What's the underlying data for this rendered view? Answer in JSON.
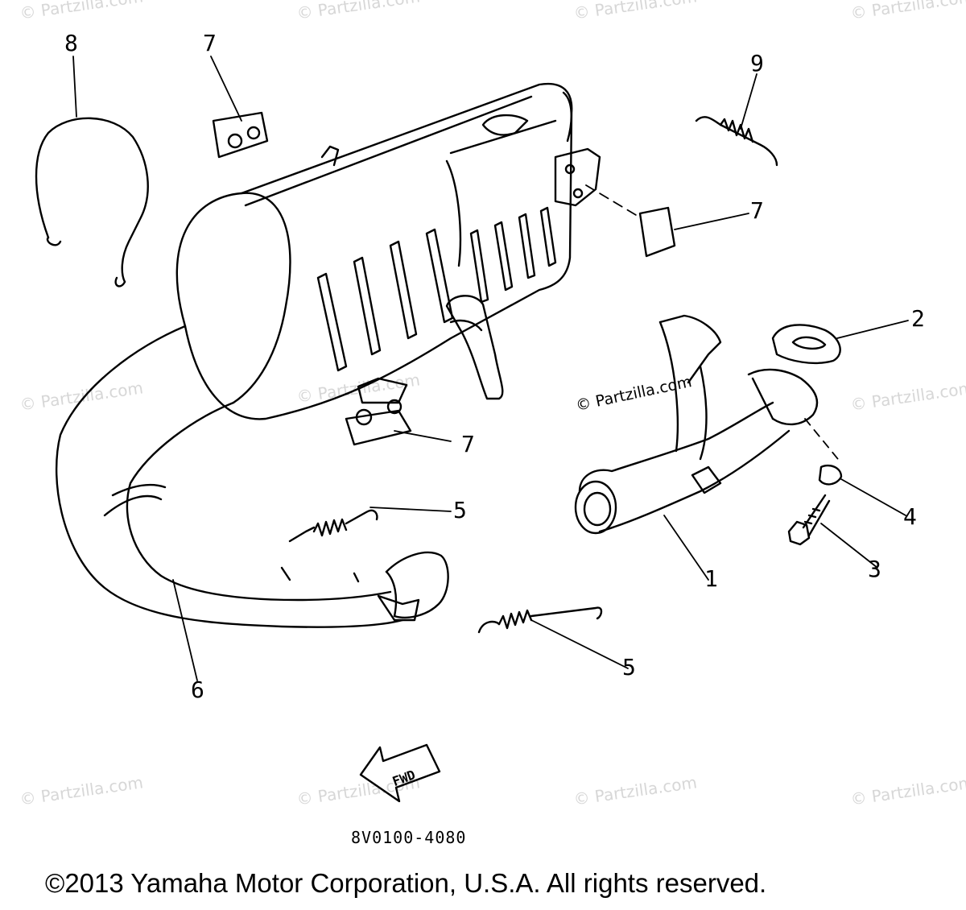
{
  "watermark": "© Partzilla.com",
  "watermark_center": "© Partzilla.com",
  "callouts": {
    "c1": "1",
    "c2": "2",
    "c3": "3",
    "c4": "4",
    "c5a": "5",
    "c5b": "5",
    "c6": "6",
    "c7a": "7",
    "c7b": "7",
    "c7c": "7",
    "c8": "8",
    "c9": "9"
  },
  "fwd_label": "FWD",
  "part_code": "8V0100-4080",
  "copyright": "©2013 Yamaha Motor Corporation, U.S.A. All rights reserved."
}
